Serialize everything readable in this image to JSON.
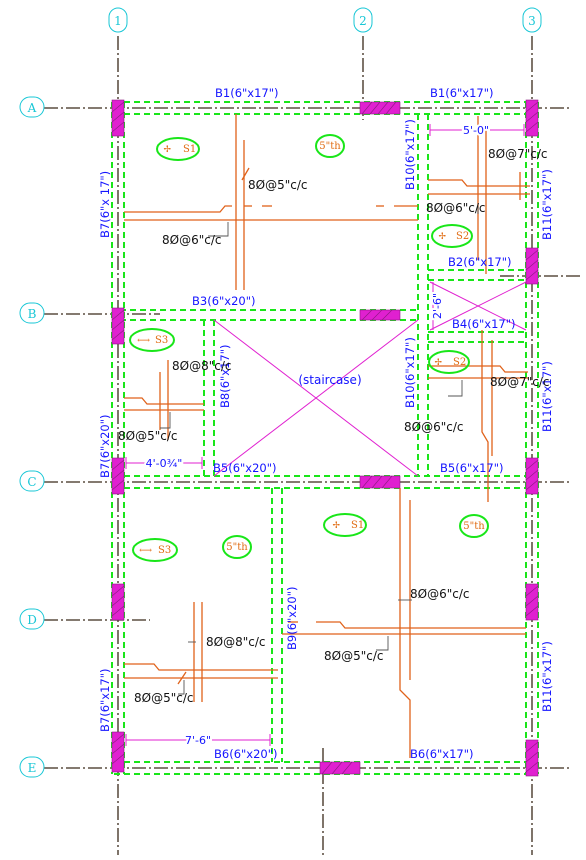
{
  "grid": {
    "columns": [
      "1",
      "2",
      "3"
    ],
    "rows": [
      "A",
      "B",
      "C",
      "D",
      "E"
    ]
  },
  "beams": {
    "b1_left": "B1(6\"x17\")",
    "b1_right": "B1(6\"x17\")",
    "b2": "B2(6\"x17\")",
    "b3": "B3(6\"x20\")",
    "b4": "B4(6\"x17\")",
    "b5_left": "B5(6\"x20\")",
    "b5_right": "B5(6\"x17\")",
    "b6_left": "B6(6\"x20\")",
    "b6_right": "B6(6\"x17\")",
    "b7_top": "B7(6\"x 17\")",
    "b7_mid": "B7(6\"x20\")",
    "b7_bot": "B7(6\"x17\")",
    "b8": "B8(6\"x17\")",
    "b9": "B9(6\"x20\")",
    "b10_top": "B10(6\"x17\")",
    "b10_mid": "B10(6\"x17\")",
    "b11_top": "B11(6\"x17\")",
    "b11_mid": "B11(6\"x17\")",
    "b11_bot": "B11(6\"x17\")"
  },
  "slabs": {
    "s1_a": "S1",
    "s1_b": "S1",
    "s2_a": "S2",
    "s2_b": "S2",
    "s3_a": "S3",
    "s3_b": "S3",
    "thickness_a": "5\"th",
    "thickness_b": "5\"th",
    "thickness_c": "5\"th"
  },
  "rebar": {
    "r1": "8Ø@5\"c/c",
    "r2": "8Ø@6\"c/c",
    "r3": "8Ø@7\"c/c",
    "r4": "8Ø@6\"c/c",
    "r5": "8Ø@8\"c/c",
    "r6": "8Ø@5\"c/c",
    "r7": "8Ø@7\"c/c",
    "r8": "8Ø@6\"c/c",
    "r9": "8Ø@6\"c/c",
    "r10": "8Ø@5\"c/c",
    "r11": "8Ø@8\"c/c",
    "r12": "8Ø@5\"c/c"
  },
  "dimensions": {
    "d1": "5'-0\"",
    "d2": "2'-6\"",
    "d3": "4'-0¾\"",
    "d4": "7'-6\""
  },
  "labels": {
    "staircase": "(staircase)"
  }
}
